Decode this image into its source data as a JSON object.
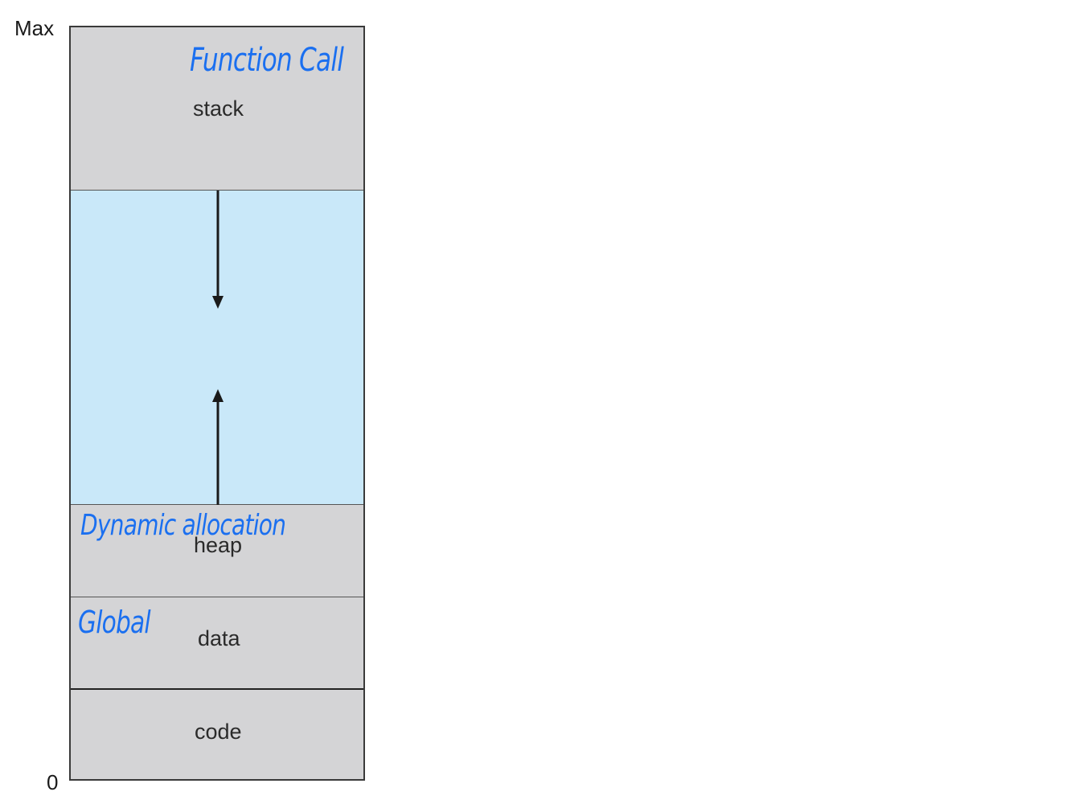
{
  "axis": {
    "max_label": "Max",
    "min_label": "0"
  },
  "segments": {
    "stack": "stack",
    "heap": "heap",
    "data": "data",
    "code": "code"
  },
  "annotations": {
    "stack_note": "Function Call",
    "heap_note": "Dynamic allocation",
    "data_note": "Global"
  },
  "colors": {
    "segment_fill": "#d4d4d6",
    "free_space_fill": "#c9e8f9",
    "annotation_ink": "#1a6ff0",
    "arrow": "#1a1a1a"
  }
}
